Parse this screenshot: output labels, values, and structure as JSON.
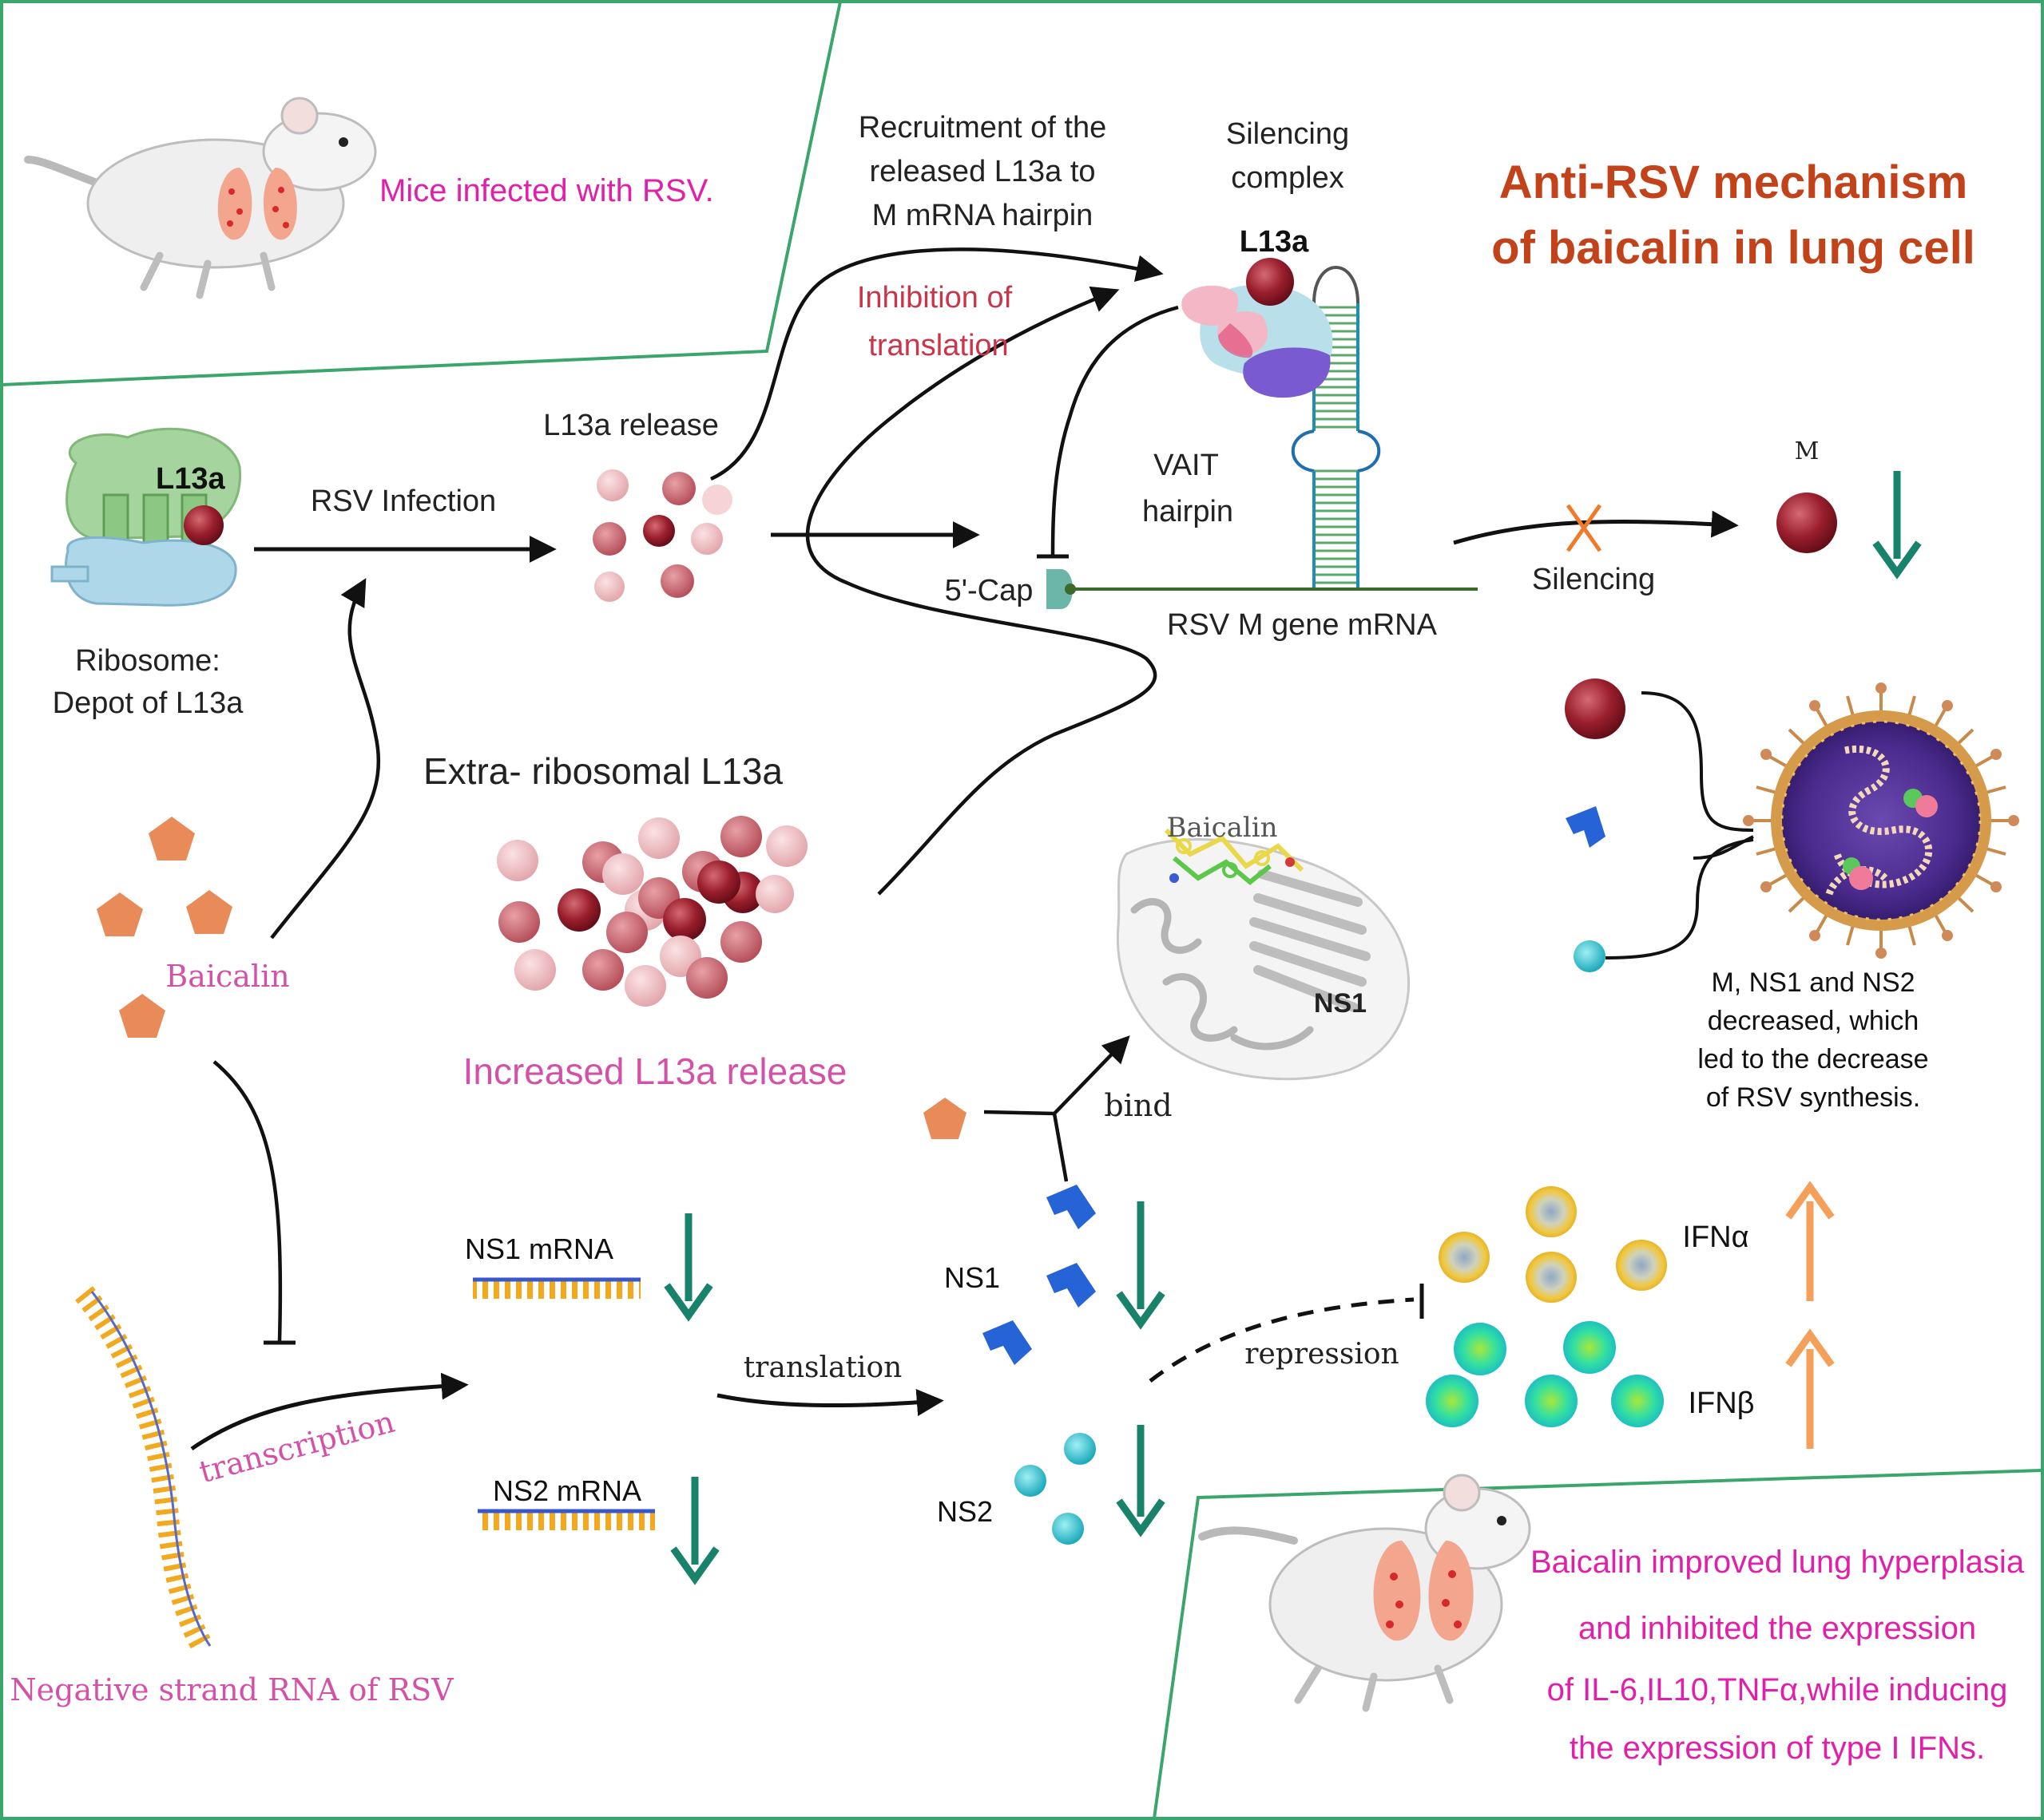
{
  "colors": {
    "frame": "#3aa66b",
    "arrow": "#111111",
    "down_arrow": "#18836a",
    "up_arrow": "#f5a05a",
    "title": "#c2421a",
    "magenta": "#e020a8",
    "pink": "#d352a8",
    "inhibition": "#c9354a",
    "l13a_dark": "#9a1e2c",
    "l13a_light": "#e8b0b4",
    "baicalin": "#e98b58",
    "ns1": "#2563d6",
    "ns2": "#21b8c6",
    "ifna": "#efc53a",
    "ifnb": "#2ee0a8",
    "mrna_line": "#3c6a2a",
    "strand": "#f2a91d"
  },
  "icons": [
    "mouse-icon",
    "lung-icon",
    "ribosome-icon",
    "protein-structure-icon",
    "rsv-virion-icon",
    "silencing-complex-icon"
  ],
  "title": {
    "line1": "Anti-RSV mechanism",
    "line2": "of baicalin in lung cell"
  },
  "top_left_panel": {
    "caption": "Mice infected with RSV."
  },
  "bottom_right_panel": {
    "lines": [
      "Baicalin improved  lung hyperplasia",
      "and inhibited the expression",
      "of IL-6,IL10,TNFα,while inducing",
      "the expression of type I IFNs."
    ]
  },
  "ribosome": {
    "protein_label": "L13a",
    "caption_line1": "Ribosome:",
    "caption_line2": "Depot of L13a"
  },
  "labels": {
    "rsv_infection": "RSV Infection",
    "l13a_release": "L13a release",
    "recruitment_line1": "Recruitment of the",
    "recruitment_line2": "released L13a to",
    "recruitment_line3": "M mRNA hairpin",
    "inhibition_line1": "Inhibition of",
    "inhibition_line2": "translation",
    "silencing_complex_line1": "Silencing",
    "silencing_complex_line2": "complex",
    "complex_l13a": "L13a",
    "vait_line1": "VAIT",
    "vait_line2": "hairpin",
    "five_cap": "5'-Cap",
    "rsv_m_mrna": "RSV M gene mRNA",
    "silencing": "Silencing",
    "m_protein": "M",
    "extra_ribosomal": "Extra- ribosomal L13a",
    "increased_release": "Increased L13a release",
    "baicalin": "Baicalin",
    "structure_ligand": "Baicalin",
    "structure_protein": "NS1",
    "bind": "bind",
    "ns1_mrna": "NS1 mRNA",
    "ns2_mrna": "NS2 mRNA",
    "transcription": "transcription",
    "translation": "translation",
    "ns1": "NS1",
    "ns2": "NS2",
    "repression": "repression",
    "ifn_alpha": "IFNα",
    "ifn_beta": "IFNβ",
    "negative_strand": "Negative strand RNA of RSV",
    "summary_line1": "M, NS1 and NS2",
    "summary_line2": "decreased, which",
    "summary_line3": "led to the decrease",
    "summary_line4": "of RSV synthesis."
  }
}
